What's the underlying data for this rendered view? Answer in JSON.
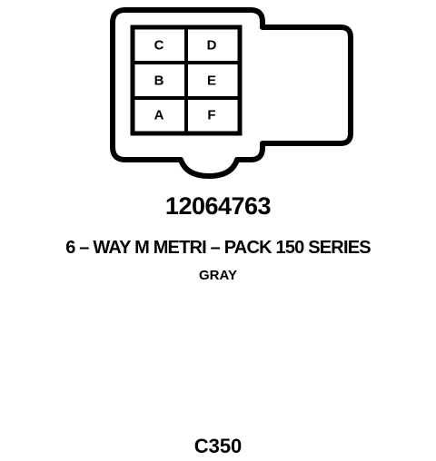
{
  "connector": {
    "part_number": "12064763",
    "description": "6 – WAY M METRI – PACK 150 SERIES",
    "color": "GRAY",
    "id": "C350",
    "cavities": [
      {
        "label": "C"
      },
      {
        "label": "D"
      },
      {
        "label": "B"
      },
      {
        "label": "E"
      },
      {
        "label": "A"
      },
      {
        "label": "F"
      }
    ]
  }
}
